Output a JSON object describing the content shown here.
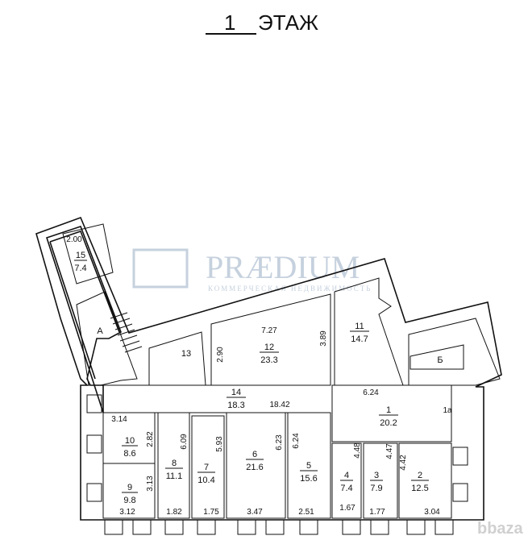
{
  "title": {
    "number": "1",
    "label": "ЭТАЖ"
  },
  "watermark": {
    "brand": "PRÆDIUM",
    "tagline": "КОММЕРЧЕСКАЯ НЕДВИЖИМОСТЬ",
    "site": "bbaza"
  },
  "rooms": [
    {
      "no": "15",
      "area": "7.4"
    },
    {
      "no": "12",
      "area": "23.3"
    },
    {
      "no": "11",
      "area": "14.7"
    },
    {
      "no": "1",
      "area": "20.2"
    },
    {
      "no": "14",
      "area": "18.3"
    },
    {
      "no": "10",
      "area": "8.6"
    },
    {
      "no": "9",
      "area": "9.8"
    },
    {
      "no": "8",
      "area": "11.1"
    },
    {
      "no": "7",
      "area": "10.4"
    },
    {
      "no": "6",
      "area": "21.6"
    },
    {
      "no": "5",
      "area": "15.6"
    },
    {
      "no": "4",
      "area": "7.4"
    },
    {
      "no": "3",
      "area": "7.9"
    },
    {
      "no": "2",
      "area": "12.5"
    }
  ],
  "labels": {
    "room13": "13",
    "stairA": "А",
    "stairB": "Б",
    "room1a": "1а"
  },
  "dimensions": {
    "d200": "2.00",
    "d727": "7.27",
    "d290": "2.90",
    "d389": "3.89",
    "d624a": "6.24",
    "d1842": "18.42",
    "d314": "3.14",
    "d282": "2.82",
    "d609": "6.09",
    "d593": "5.93",
    "d623": "6.23",
    "d624b": "6.24",
    "d448": "4.48",
    "d447": "4.47",
    "d442": "4.42",
    "d313": "3.13",
    "d312": "3.12",
    "d182": "1.82",
    "d175": "1.75",
    "d347": "3.47",
    "d251": "2.51",
    "d167": "1.67",
    "d177": "1.77",
    "d304": "3.04"
  }
}
